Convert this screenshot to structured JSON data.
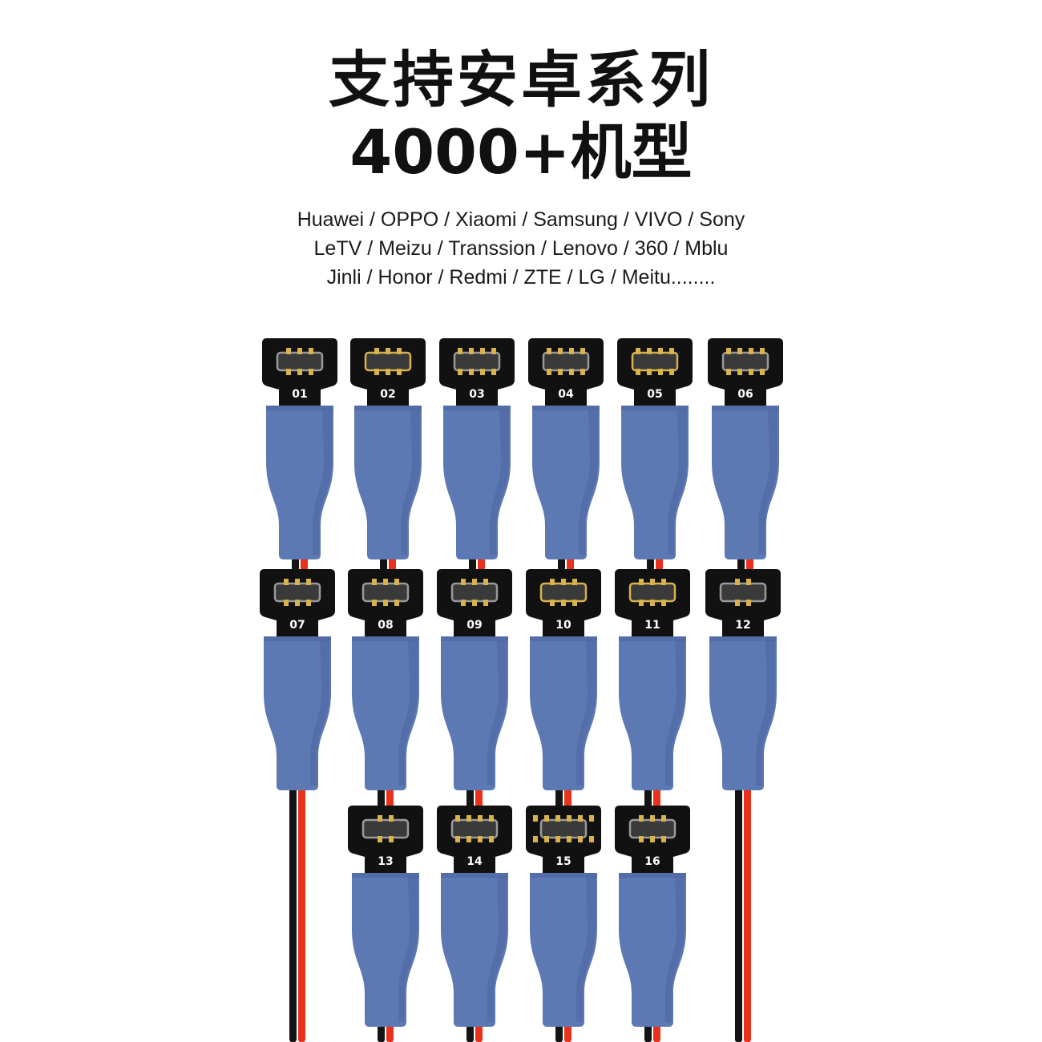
{
  "headline": {
    "line1": "支持安卓系列",
    "line2": "4000+机型"
  },
  "brands": {
    "line1": "Huawei / OPPO / Xiaomi / Samsung / VIVO / Sony",
    "line2": "LeTV / Meizu / Transsion / Lenovo / 360 / Mblu",
    "line3": "Jinli / Honor / Redmi / ZTE / LG / Meitu........"
  },
  "colors": {
    "connector": "#111111",
    "sleeve": "#5d79b3",
    "sleeve_shadow": "#4c66a0",
    "wire_red": "#e8321c",
    "wire_black": "#141414",
    "pin_gold": "#d8b24a",
    "label_text": "#ffffff"
  },
  "cables": [
    {
      "label": "01"
    },
    {
      "label": "02"
    },
    {
      "label": "03"
    },
    {
      "label": "04"
    },
    {
      "label": "05"
    },
    {
      "label": "06"
    },
    {
      "label": "07"
    },
    {
      "label": "08"
    },
    {
      "label": "09"
    },
    {
      "label": "10"
    },
    {
      "label": "11"
    },
    {
      "label": "12"
    },
    {
      "label": "13"
    },
    {
      "label": "14"
    },
    {
      "label": "15"
    },
    {
      "label": "16"
    }
  ]
}
